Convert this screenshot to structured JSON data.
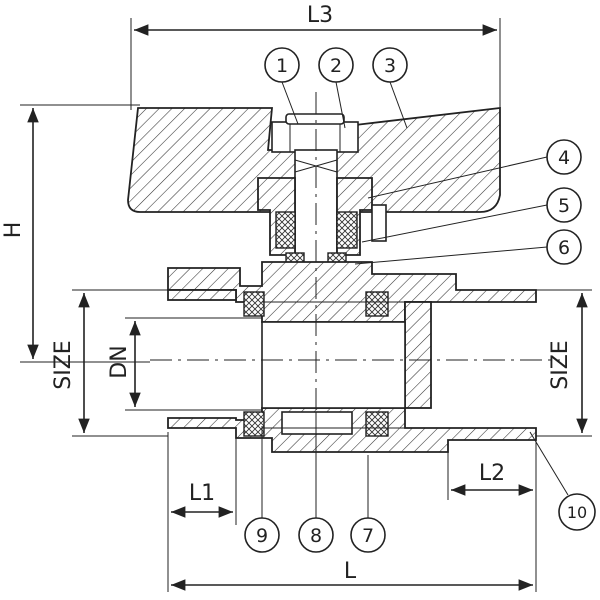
{
  "dimensions": {
    "l3": "L3",
    "h": "H",
    "size_left": "SIZE",
    "dn": "DN",
    "size_right": "SIZE",
    "l1": "L1",
    "l2": "L2",
    "l": "L"
  },
  "callouts": [
    "1",
    "2",
    "3",
    "4",
    "5",
    "6",
    "7",
    "8",
    "9",
    "10"
  ]
}
